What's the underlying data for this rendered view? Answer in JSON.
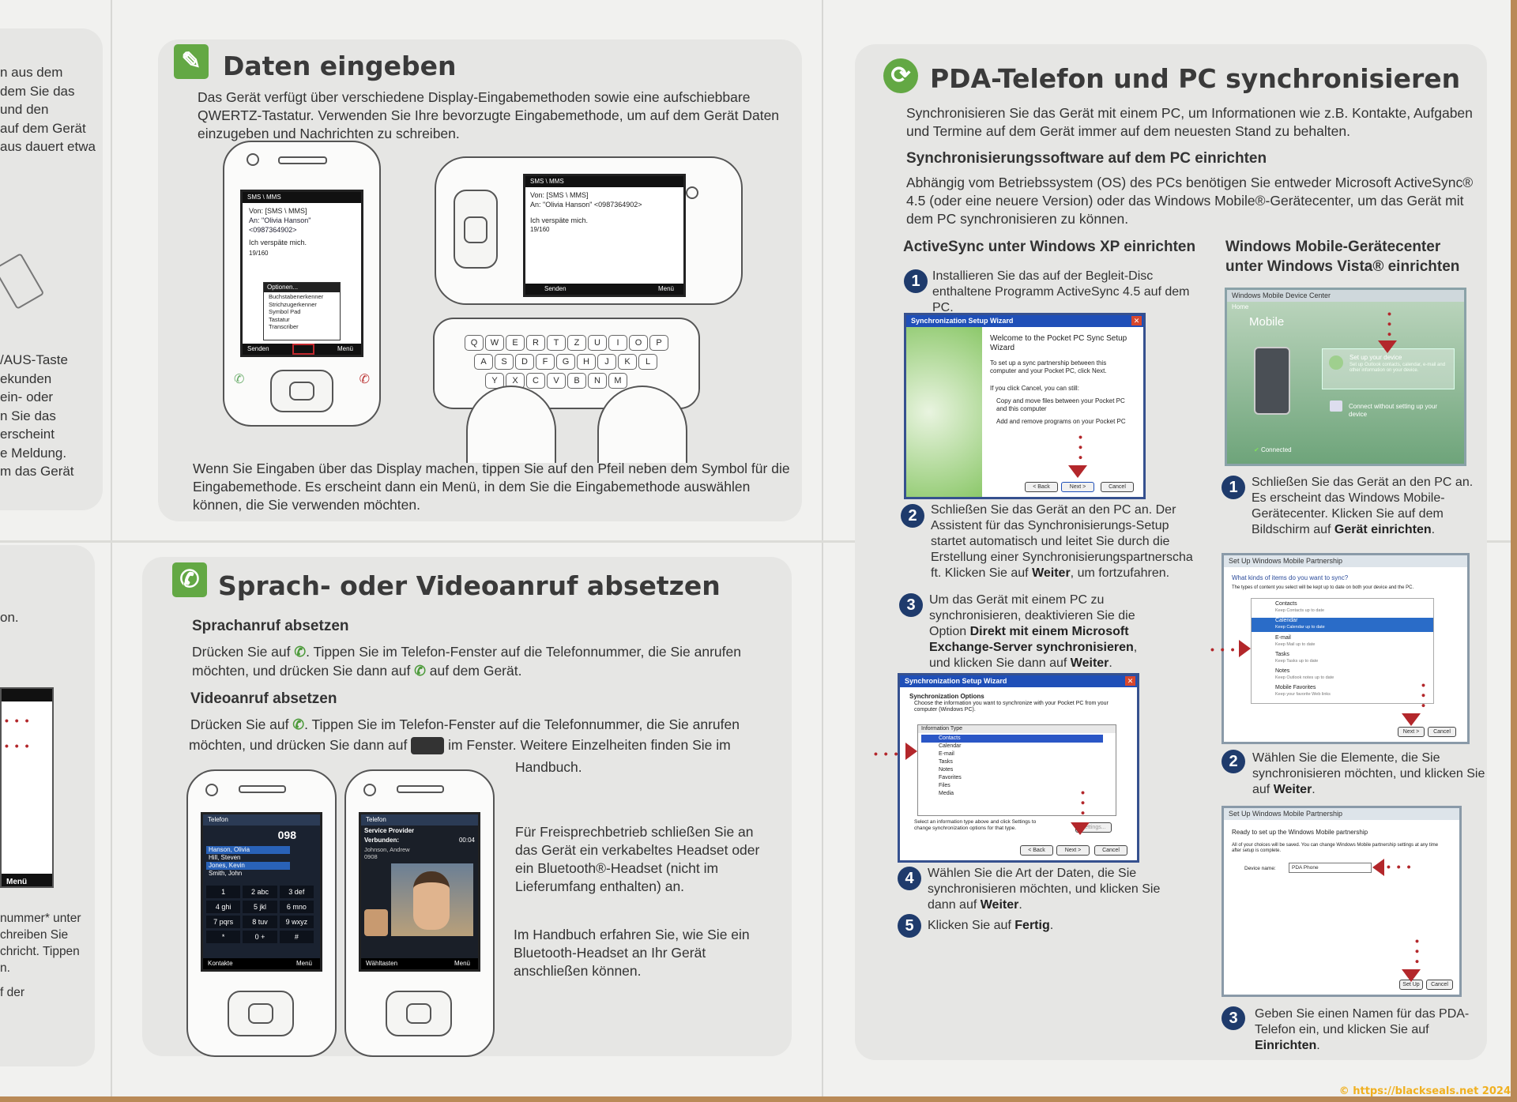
{
  "left_fragments": {
    "top": [
      "n aus dem",
      "dem Sie das",
      "und den",
      "auf dem Gerät",
      "aus dauert etwa"
    ],
    "middle": [
      "/AUS-Taste",
      "ekunden",
      "ein- oder",
      "n Sie das",
      "erscheint",
      "e Meldung.",
      "m das Gerät"
    ],
    "lower_top": "on.",
    "bottom": [
      "nummer* unter",
      "chreiben Sie",
      "chricht. Tippen",
      "n.",
      "f der"
    ],
    "phone_menu": "Menü"
  },
  "daten": {
    "title": "Daten eingeben",
    "intro": "Das Gerät verfügt über verschiedene Display-Eingabemethoden sowie eine aufschiebbare QWERTZ-Tastatur. Verwenden Sie Ihre bevorzugte Eingabemethode, um auf dem Gerät Daten einzugeben und Nachrichten zu schreiben.",
    "outro": "Wenn Sie Eingaben über das Display machen, tippen Sie auf den Pfeil neben dem Symbol für die Eingabemethode. Es erscheint dann ein Menü, in dem Sie die Eingabemethode auswählen können, die Sie verwenden möchten.",
    "screen_bar": "SMS \\ MMS",
    "screen_von": "Von: [SMS \\ MMS]",
    "screen_an": "An: \"Olivia Hanson\" <0987364902>",
    "screen_msg": "Ich verspäte mich.",
    "screen_count": "19/160",
    "menu_items": [
      "Optionen...",
      "Buchstabenerkenner",
      "Strichzugerkenner",
      "Symbol Pad",
      "Tastatur",
      "Transcriber"
    ],
    "soft_left": "Senden",
    "soft_right": "Menü",
    "keys_row1": [
      "Q",
      "W",
      "E",
      "R",
      "T",
      "Z",
      "U",
      "I",
      "O",
      "P"
    ],
    "keys_row2": [
      "A",
      "S",
      "D",
      "F",
      "G",
      "H",
      "J",
      "K",
      "L"
    ],
    "keys_row3": [
      "Y",
      "X",
      "C",
      "V",
      "B",
      "N",
      "M"
    ]
  },
  "anruf": {
    "title": "Sprach- oder Videoanruf absetzen",
    "sprach_heading": "Sprachanruf absetzen",
    "sprach_line1_a": "Drücken Sie auf",
    "sprach_line1_b": ". Tippen Sie im Telefon-Fenster auf die Telefonnummer, die Sie anrufen",
    "sprach_line2_a": "möchten, und drücken Sie dann auf",
    "sprach_line2_b": "auf dem Gerät.",
    "video_heading": "Videoanruf absetzen",
    "video_line1_a": "Drücken Sie auf",
    "video_line1_b": ". Tippen Sie im Telefon-Fenster auf die Telefonnummer, die Sie anrufen",
    "video_line2_a": "möchten, und drücken Sie dann auf",
    "video_line2_b": "im Fenster. Weitere Einzelheiten finden Sie im",
    "video_line3": "Handbuch.",
    "headset": "Für Freisprechbetrieb schließen Sie an das Gerät ein verkabeltes Headset oder ein Bluetooth®-Headset (nicht im Lieferumfang enthalten) an.",
    "handbuch": "Im Handbuch erfahren Sie, wie Sie ein Bluetooth-Headset an Ihr Gerät anschließen können.",
    "phone1_bar": "Telefon",
    "phone1_number": "098",
    "phone1_contacts": [
      "Hanson, Olivia",
      "Hill, Steven",
      "Jones, Kevin",
      "Smith, John"
    ],
    "phone1_keys": [
      "1",
      "2 abc",
      "3 def",
      "4 ghi",
      "5 jkl",
      "6 mno",
      "7 pqrs",
      "8 tuv",
      "9 wxyz",
      "*",
      "0 +",
      "#"
    ],
    "phone1_soft_left": "Kontakte",
    "phone1_soft_right": "Menü",
    "phone2_bar": "Telefon",
    "phone2_provider": "Service Provider",
    "phone2_connected": "Verbunden:",
    "phone2_time": "00:04",
    "phone2_name": "Johnson, Andrew",
    "phone2_number": "0908",
    "phone2_soft_left": "Wähltasten",
    "phone2_soft_right": "Menü"
  },
  "sync": {
    "title": "PDA-Telefon und PC synchronisieren",
    "intro": "Synchronisieren Sie das Gerät mit einem PC, um Informationen wie z.B. Kontakte, Aufgaben und Termine auf dem Gerät immer auf dem neuesten Stand zu behalten.",
    "software_heading": "Synchronisierungssoftware auf dem PC einrichten",
    "software_text": "Abhängig vom Betriebssystem (OS) des PCs benötigen Sie entweder Microsoft ActiveSync® 4.5 (oder eine neuere Version) oder das Windows Mobile®-Gerätecenter, um das Gerät mit dem PC synchronisieren zu können.",
    "xp_heading": "ActiveSync unter Windows XP einrichten",
    "vista_heading_1": "Windows Mobile-Gerätecenter",
    "vista_heading_2": "unter Windows Vista® einrichten",
    "xp_steps": [
      {
        "num": "1",
        "text": "Installieren Sie das auf der Begleit-Disc enthaltene Programm ActiveSync 4.5 auf dem PC."
      },
      {
        "num": "2",
        "text_a": "Schließen Sie das Gerät an den PC an. Der Assistent für das Synchronisierungs-Setup startet automatisch und leitet Sie durch die Erstellung einer Synchronisierungspartnerscha ft. Klicken Sie auf ",
        "bold": "Weiter",
        "text_b": ", um fortzufahren."
      },
      {
        "num": "3",
        "text_a": "Um das Gerät mit einem PC zu synchronisieren, deaktivieren Sie die Option ",
        "bold": "Direkt mit einem Microsoft Exchange-Server synchronisieren",
        "text_b": ", und klicken Sie dann auf ",
        "bold2": "Weiter",
        "text_c": "."
      },
      {
        "num": "4",
        "text_a": "Wählen Sie die Art der Daten, die Sie synchronisieren möchten, und klicken Sie dann auf ",
        "bold": "Weiter",
        "text_b": "."
      },
      {
        "num": "5",
        "text_a": "Klicken Sie auf ",
        "bold": "Fertig",
        "text_b": "."
      }
    ],
    "vista_steps": [
      {
        "num": "1",
        "text_a": "Schließen Sie das Gerät an den PC an. Es erscheint das Windows Mobile-Gerätecenter. Klicken Sie auf dem Bildschirm auf ",
        "bold": "Gerät einrichten",
        "text_b": "."
      },
      {
        "num": "2",
        "text_a": "Wählen Sie die Elemente, die Sie synchronisieren möchten, und klicken Sie auf ",
        "bold": "Weiter",
        "text_b": "."
      },
      {
        "num": "3",
        "text_a": "Geben Sie einen Namen für das PDA-Telefon ein, und klicken Sie auf ",
        "bold": "Einrichten",
        "text_b": "."
      }
    ],
    "wiz1_title": "Synchronization Setup Wizard",
    "wiz1_heading": "Welcome to the Pocket PC Sync Setup Wizard",
    "wiz1_body": "To set up a sync partnership between this computer and your Pocket PC, click Next.",
    "wiz1_cancel_note": "If you click Cancel, you can still:",
    "wiz1_bullets": [
      "Copy and move files between your Pocket PC and this computer",
      "Add and remove programs on your Pocket PC"
    ],
    "btn_back": "< Back",
    "btn_next": "Next >",
    "btn_cancel": "Cancel",
    "wiz2_title": "Synchronization Setup Wizard",
    "wiz2_heading": "Synchronization Options",
    "wiz2_sub": "Choose the information you want to synchronize with your Pocket PC from your computer (Windows PC).",
    "wiz2_list_header": "Information Type",
    "wiz2_items": [
      "Contacts",
      "Calendar",
      "E-mail",
      "Tasks",
      "Notes",
      "Favorites",
      "Files",
      "Media"
    ],
    "wiz2_hint": "Select an information type above and click Settings to change synchronization options for that type.",
    "wiz2_settings": "Settings...",
    "wmdc_title": "Windows Mobile Device Center",
    "wmdc_home": "Home",
    "wmdc_logo": "Mobile",
    "wmdc_setup": "Set up your device",
    "wmdc_setup_sub": "Set up Outlook contacts, calendar, e-mail and other information on your device.",
    "wmdc_connect": "Connect without setting up your device",
    "wmdc_status": "Connected",
    "wm2_title": "Set Up Windows Mobile Partnership",
    "wm2_question": "What kinds of items do you want to sync?",
    "wm2_sub": "The types of content you select will be kept up to date on both your device and the PC.",
    "wm2_items": [
      {
        "name": "Contacts",
        "sub": "Keep Contacts up to date"
      },
      {
        "name": "Calendar",
        "sub": "Keep Calendar up to date"
      },
      {
        "name": "E-mail",
        "sub": "Keep Mail up to date"
      },
      {
        "name": "Tasks",
        "sub": "Keep Tasks up to date"
      },
      {
        "name": "Notes",
        "sub": "Keep Outlook notes up to date"
      },
      {
        "name": "Mobile Favorites",
        "sub": "Keep your favorite Web links"
      }
    ],
    "wm3_title": "Set Up Windows Mobile Partnership",
    "wm3_heading": "Ready to set up the Windows Mobile partnership",
    "wm3_sub": "All of your choices will be saved. You can change Windows Mobile partnership settings at any time after setup is complete.",
    "wm3_label": "Device name:",
    "wm3_value": "PDA Phone",
    "wm3_setup": "Set Up"
  },
  "copyright": "© https://blackseals.net 2024",
  "colors": {
    "accent_green": "#63a844",
    "step_blue": "#1f3b6c",
    "arrow_red": "#b3272b",
    "xp_blue": "#1f4fb8"
  },
  "icons": {
    "daten": "stylus-note-icon",
    "anruf": "phone-handset-icon",
    "sync": "sync-arrows-icon"
  }
}
